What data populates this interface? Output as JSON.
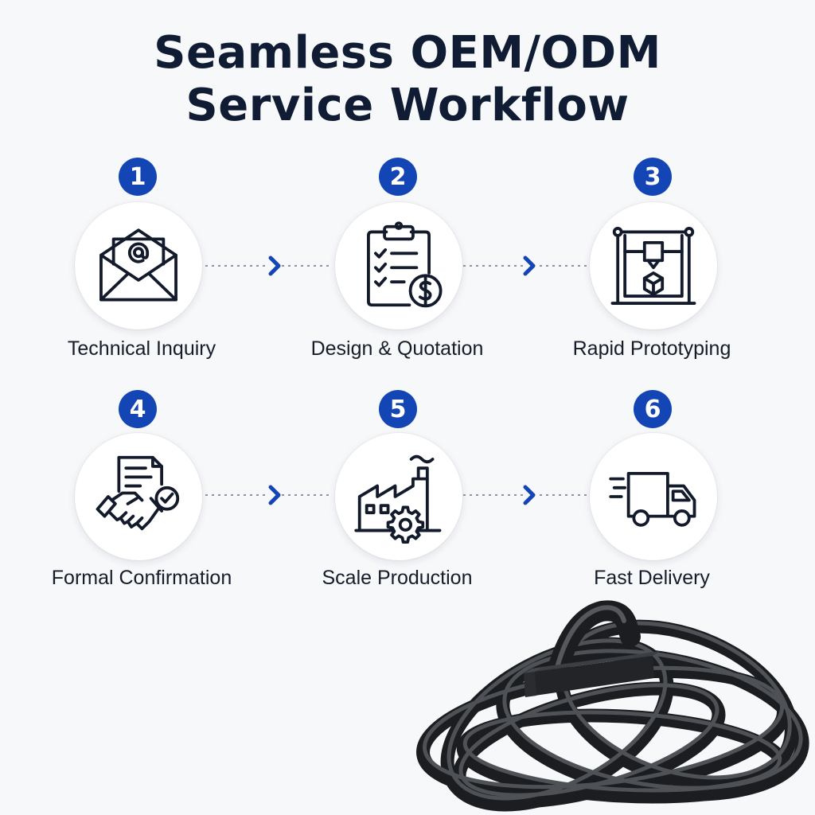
{
  "title": {
    "line1": "Seamless OEM/ODM",
    "line2": "Service Workflow"
  },
  "colors": {
    "title": "#0f1c33",
    "badge": "#1346b4",
    "arrow": "#1346b4",
    "dots": "#8a94a6",
    "icon": "#121a2c"
  },
  "steps": [
    {
      "number": "1",
      "label": "Technical Inquiry",
      "icon": "envelope-at-icon"
    },
    {
      "number": "2",
      "label": "Design & Quotation",
      "icon": "clipboard-checklist-dollar-icon"
    },
    {
      "number": "3",
      "label": "Rapid Prototyping",
      "icon": "3d-printer-icon"
    },
    {
      "number": "4",
      "label": "Formal Confirmation",
      "icon": "handshake-document-icon"
    },
    {
      "number": "5",
      "label": "Scale Production",
      "icon": "factory-gear-icon"
    },
    {
      "number": "6",
      "label": "Fast Delivery",
      "icon": "delivery-truck-icon"
    }
  ],
  "product_image": "rubber-seal-rings-image"
}
